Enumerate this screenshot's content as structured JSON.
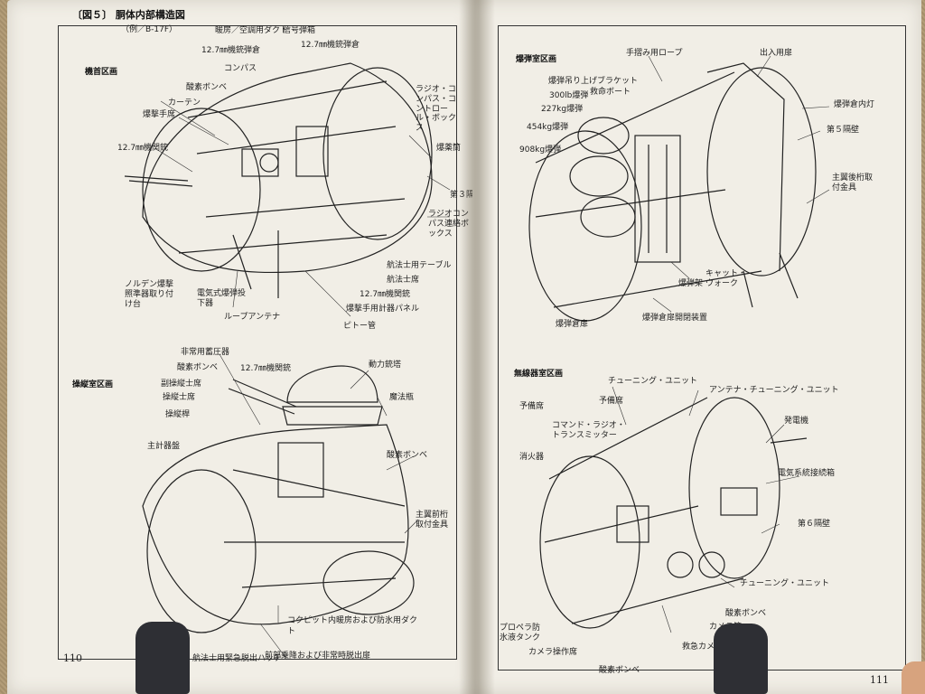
{
  "figure": {
    "title": "〔図５〕 胴体内部構造図",
    "subtitle": "（例／B-17F）"
  },
  "pages": {
    "left_number": "110",
    "right_number": "111"
  },
  "sections": {
    "nose": "機首区画",
    "cockpit": "操縦室区画",
    "bomb_bay": "爆弾室区画",
    "radio": "無線器室区画"
  },
  "nose_labels": [
    "暖房／空調用ダクト",
    "信号弾箱",
    "12.7㎜機銃弾倉",
    "12.7㎜機銃弾倉",
    "コンパス",
    "酸素ボンベ",
    "カーテン",
    "爆撃手席",
    "12.7㎜機関銃",
    "ラジオ・コンパス・コントロール・ボックス",
    "爆薬筒",
    "第３隔壁",
    "ラジオコンパス連絡ボックス",
    "航法士用テーブル",
    "航法士席",
    "12.7㎜機関銃",
    "爆撃手用計器パネル",
    "ピトー管",
    "ループアンテナ",
    "電気式爆弾投下器",
    "ノルデン爆撃照準器取り付け台"
  ],
  "cockpit_labels": [
    "非常用蓄圧器",
    "酸素ボンベ",
    "12.7㎜機関銃",
    "動力銃塔",
    "副操縦士席",
    "操縦士席",
    "魔法瓶",
    "操縦桿",
    "主計器盤",
    "酸素ボンベ",
    "主翼前桁取付金具",
    "コクピット内暖房および防氷用ダクト",
    "航法士用緊急脱出ハッチ",
    "前部乗降および非常時脱出扉"
  ],
  "bomb_labels": [
    "手摺み用ロープ",
    "出入用扉",
    "爆弾吊り上げブラケット",
    "救命ボート",
    "300lb爆弾",
    "227kg爆弾",
    "454kg爆弾",
    "908kg爆弾",
    "爆弾倉内灯",
    "第５隔壁",
    "主翼後桁取付金具",
    "キャット・ウォーク",
    "爆弾架",
    "爆弾倉扉",
    "爆弾倉扉開閉装置"
  ],
  "radio_labels": [
    "チューニング・ユニット",
    "アンテナ・チューニング・ユニット",
    "予備席",
    "予備席",
    "コマンド・ラジオ・トランスミッター",
    "発電機",
    "消火器",
    "電気系統接続箱",
    "第６隔壁",
    "チューニング・ユニット",
    "酸素ボンベ",
    "カメラ箱",
    "救急カメラ",
    "プロペラ防氷液タンク",
    "カメラ操作席",
    "酸素ボンベ"
  ]
}
